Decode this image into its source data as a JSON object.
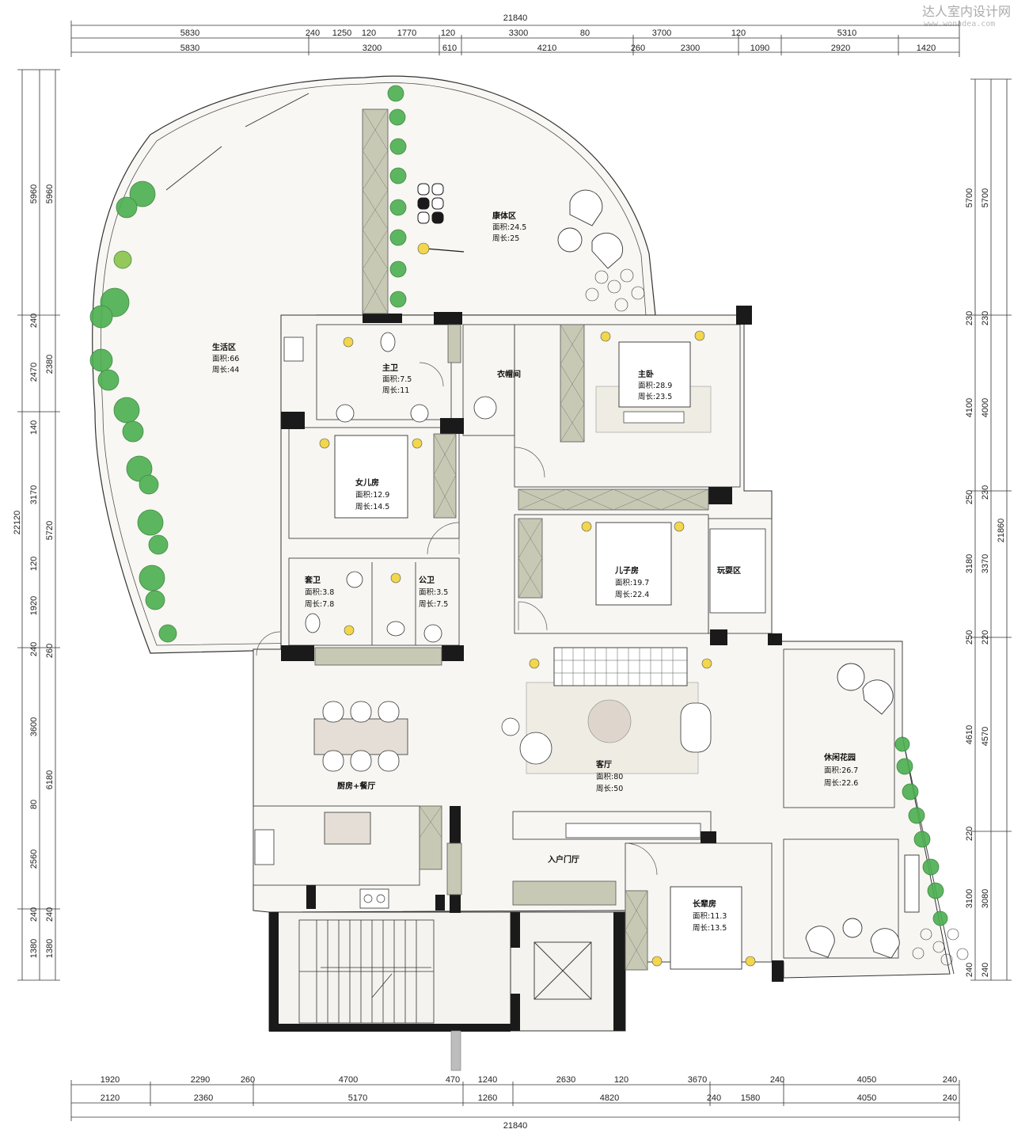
{
  "watermark": {
    "title": "达人室内设计网",
    "url": "www.wonadea.com"
  },
  "dimensions": {
    "top_total": "21840",
    "top_row1": [
      "5830",
      "240",
      "1250",
      "120",
      "1770",
      "120",
      "3300",
      "80",
      "3700",
      "120",
      "5310"
    ],
    "top_row2": [
      "5830",
      "3200",
      "610",
      "4210",
      "260",
      "2300",
      "1090",
      "2920",
      "1420"
    ],
    "bottom_row1": [
      "1920",
      "2290",
      "260",
      "4700",
      "470",
      "1240",
      "2630",
      "120",
      "3670",
      "240",
      "4050",
      "240"
    ],
    "bottom_row2": [
      "2120",
      "2360",
      "5170",
      "1260",
      "4820",
      "240",
      "1580",
      "4050",
      "240"
    ],
    "bottom_total": "21840",
    "left_total": "22120",
    "left_outer": [
      "5960",
      "240",
      "2470",
      "140",
      "3170",
      "120",
      "1920",
      "240",
      "3600",
      "80",
      "2560",
      "240",
      "1380"
    ],
    "left_inner": [
      "5960",
      "2380",
      "5720",
      "260",
      "6180",
      "240",
      "1380"
    ],
    "right_total": "21860",
    "right_inner": [
      "5700",
      "230",
      "4100",
      "250",
      "3180",
      "250",
      "4610",
      "220",
      "3100",
      "240"
    ],
    "right_outer": [
      "5700",
      "230",
      "4000",
      "230",
      "3370",
      "220",
      "4570",
      "3080",
      "240"
    ]
  },
  "rooms": [
    {
      "name": "生活区",
      "area": "面积:66",
      "perimeter": "周长:44"
    },
    {
      "name": "康体区",
      "area": "面积:24.5",
      "perimeter": "周长:25"
    },
    {
      "name": "主卫",
      "area": "面积:7.5",
      "perimeter": "周长:11"
    },
    {
      "name": "衣帽间",
      "area": "",
      "perimeter": ""
    },
    {
      "name": "主卧",
      "area": "面积:28.9",
      "perimeter": "周长:23.5"
    },
    {
      "name": "女儿房",
      "area": "面积:12.9",
      "perimeter": "周长:14.5"
    },
    {
      "name": "儿子房",
      "area": "面积:19.7",
      "perimeter": "周长:22.4"
    },
    {
      "name": "玩耍区",
      "area": "",
      "perimeter": ""
    },
    {
      "name": "套卫",
      "area": "面积:3.8",
      "perimeter": "周长:7.8"
    },
    {
      "name": "公卫",
      "area": "面积:3.5",
      "perimeter": "周长:7.5"
    },
    {
      "name": "客厅",
      "area": "面积:80",
      "perimeter": "周长:50"
    },
    {
      "name": "厨房+餐厅",
      "area": "",
      "perimeter": ""
    },
    {
      "name": "休闲花园",
      "area": "面积:26.7",
      "perimeter": "周长:22.6"
    },
    {
      "name": "入户门厅",
      "area": "",
      "perimeter": ""
    },
    {
      "name": "长辈房",
      "area": "面积:11.3",
      "perimeter": "周长:13.5"
    }
  ],
  "colors": {
    "floor": "#f7f6f2",
    "wall": "#1a1a1a",
    "cabinet": "#c8c9b4",
    "rug": "#efece4",
    "plant": "#4caf50",
    "lamp": "#f2d64b"
  }
}
